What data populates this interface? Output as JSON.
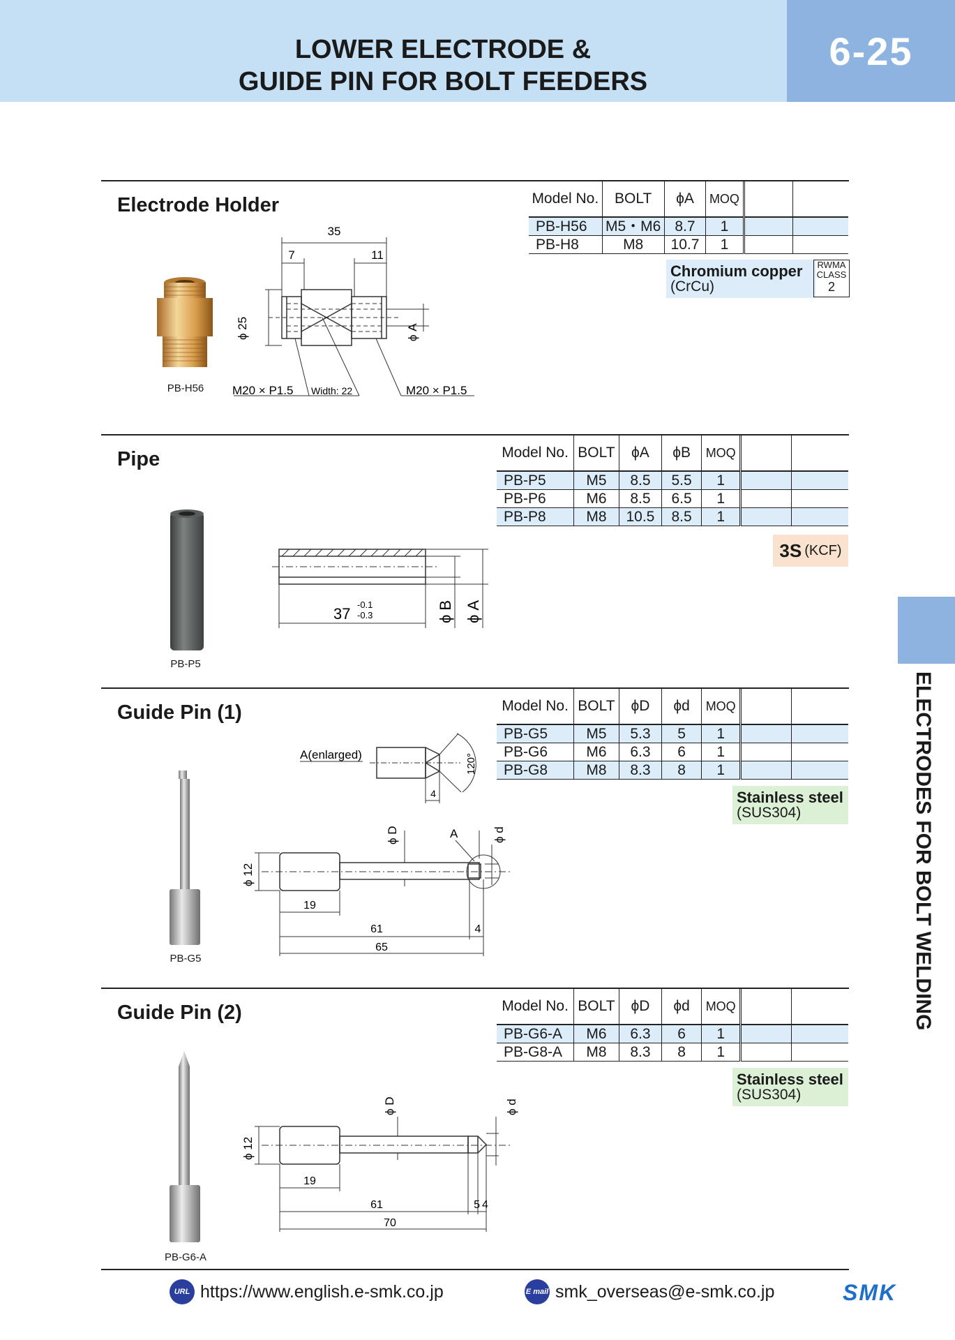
{
  "header": {
    "title_line1": "LOWER ELECTRODE &",
    "title_line2": "GUIDE PIN FOR BOLT FEEDERS",
    "page_number": "6-25"
  },
  "side_tab": {
    "label": "ELECTRODES FOR BOLT WELDING"
  },
  "sections": {
    "holder": {
      "title": "Electrode Holder",
      "columns": [
        "Model No.",
        "BOLT",
        "ϕA",
        "MOQ"
      ],
      "rows": [
        [
          "PB-H56",
          "M5・M6",
          "8.7",
          "1"
        ],
        [
          "PB-H8",
          "M8",
          "10.7",
          "1"
        ]
      ],
      "material": "Chromium copper",
      "material_sub": "(CrCu)",
      "rwma_line1": "RWMA",
      "rwma_line2": "CLASS",
      "rwma_class": "2",
      "caption": "PB-H56",
      "dims": {
        "total": "35",
        "left": "7",
        "right": "11",
        "dia": "ϕ 25",
        "phiA": "ϕ A",
        "thread_left": "M20 × P1.5",
        "width": "Width: 22",
        "thread_right": "M20 × P1.5"
      }
    },
    "pipe": {
      "title": "Pipe",
      "columns": [
        "Model No.",
        "BOLT",
        "ϕA",
        "ϕB",
        "MOQ"
      ],
      "rows": [
        [
          "PB-P5",
          "M5",
          "8.5",
          "5.5",
          "1"
        ],
        [
          "PB-P6",
          "M6",
          "8.5",
          "6.5",
          "1"
        ],
        [
          "PB-P8",
          "M8",
          "10.5",
          "8.5",
          "1"
        ]
      ],
      "material": "3S",
      "material_sub": "(KCF)",
      "caption": "PB-P5",
      "dims": {
        "length": "37",
        "tol_upper": "-0.1",
        "tol_lower": "-0.3",
        "phiB": "ϕ B",
        "phiA": "ϕ A"
      }
    },
    "guide1": {
      "title": "Guide Pin (1)",
      "columns": [
        "Model No.",
        "BOLT",
        "ϕD",
        "ϕd",
        "MOQ"
      ],
      "rows": [
        [
          "PB-G5",
          "M5",
          "5.3",
          "5",
          "1"
        ],
        [
          "PB-G6",
          "M6",
          "6.3",
          "6",
          "1"
        ],
        [
          "PB-G8",
          "M8",
          "8.3",
          "8",
          "1"
        ]
      ],
      "material": "Stainless steel",
      "material_sub": "(SUS304)",
      "caption": "PB-G5",
      "dims": {
        "enlarged": "A(enlarged)",
        "angle": "120°",
        "tip": "4",
        "phiD": "ϕ D",
        "a": "A",
        "phid": "ϕ d",
        "dia12": "ϕ 12",
        "d19": "19",
        "d61": "61",
        "d4": "4",
        "d65": "65"
      }
    },
    "guide2": {
      "title": "Guide Pin (2)",
      "columns": [
        "Model No.",
        "BOLT",
        "ϕD",
        "ϕd",
        "MOQ"
      ],
      "rows": [
        [
          "PB-G6-A",
          "M6",
          "6.3",
          "6",
          "1"
        ],
        [
          "PB-G8-A",
          "M8",
          "8.3",
          "8",
          "1"
        ]
      ],
      "material": "Stainless steel",
      "material_sub": "(SUS304)",
      "caption": "PB-G6-A",
      "dims": {
        "phiD": "ϕ D",
        "phid": "ϕ d",
        "dia12": "ϕ 12",
        "d19": "19",
        "d61": "61",
        "d5": "5",
        "d4": "4",
        "d70": "70"
      }
    }
  },
  "footer": {
    "url_icon": "URL",
    "url": "https://www.english.e-smk.co.jp",
    "mail_icon": "E mail",
    "email": "smk_overseas@e-smk.co.jp",
    "logo": "SMK"
  },
  "colors": {
    "header_bg": "#c5dff4",
    "accent": "#8db3e0",
    "row_blue": "#dcedf9",
    "copper": "#d9a154",
    "steel_green": "#dcf0d6",
    "kcf_bg": "#f9e3cf"
  }
}
